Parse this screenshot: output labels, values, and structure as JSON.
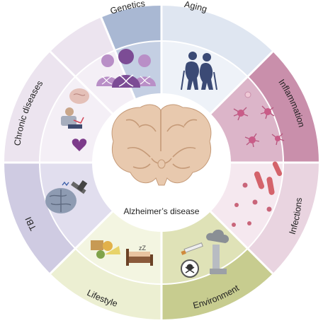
{
  "center": {
    "label": "Alzheimer’s disease",
    "inner_fill": "#ffffff",
    "brain_color": "#e8c9ae",
    "brain_outline": "#c59a78"
  },
  "ring": {
    "outer_stroke": "#ffffff",
    "divider_color": "#ffffff"
  },
  "segments": [
    {
      "key": "genetics",
      "label": "Genetics",
      "outer": "#a9b8d3",
      "inner": "#c4cfe3",
      "icon": "dna-family-icon"
    },
    {
      "key": "aging",
      "label": "Aging",
      "outer": "#dfe6f1",
      "inner": "#eef2f8",
      "icon": "elderly-couple-icon"
    },
    {
      "key": "inflammation",
      "label": "Inflammation",
      "outer": "#c98fab",
      "inner": "#dcb5c9",
      "icon": "microglia-cells-icon"
    },
    {
      "key": "infections",
      "label": "Infections",
      "outer": "#e9d4e0",
      "inner": "#f5e8ef",
      "icon": "pathogens-icon"
    },
    {
      "key": "environment",
      "label": "Environment",
      "outer": "#c7cc8f",
      "inner": "#dfe2b7",
      "icon": "pollution-icon"
    },
    {
      "key": "lifestyle",
      "label": "Lifestyle",
      "outer": "#ecefd2",
      "inner": "#f3f5e1",
      "icon": "diet-sleep-icon"
    },
    {
      "key": "tbi",
      "label": "TBI",
      "outer": "#cfcbe2",
      "inner": "#e1deee",
      "icon": "brain-injury-icon"
    },
    {
      "key": "chronic",
      "label": "Chronic diseases",
      "outer": "#ece4ef",
      "inner": "#f4eff6",
      "icon": "chronic-illness-icon"
    }
  ]
}
